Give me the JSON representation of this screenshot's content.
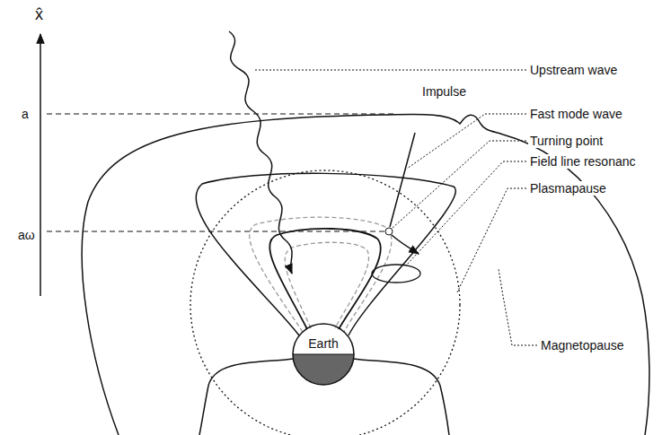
{
  "diagram": {
    "nodes": [
      {
        "text": [
          "Earth"
        ]
      }
    ],
    "labels": [
      "x̂",
      "a",
      "aω",
      "Upstream wave",
      "Impulse",
      "Fast mode wave",
      "Turning point",
      "Field line resonanc",
      "Plasmapause",
      "Magnetopause"
    ]
  }
}
